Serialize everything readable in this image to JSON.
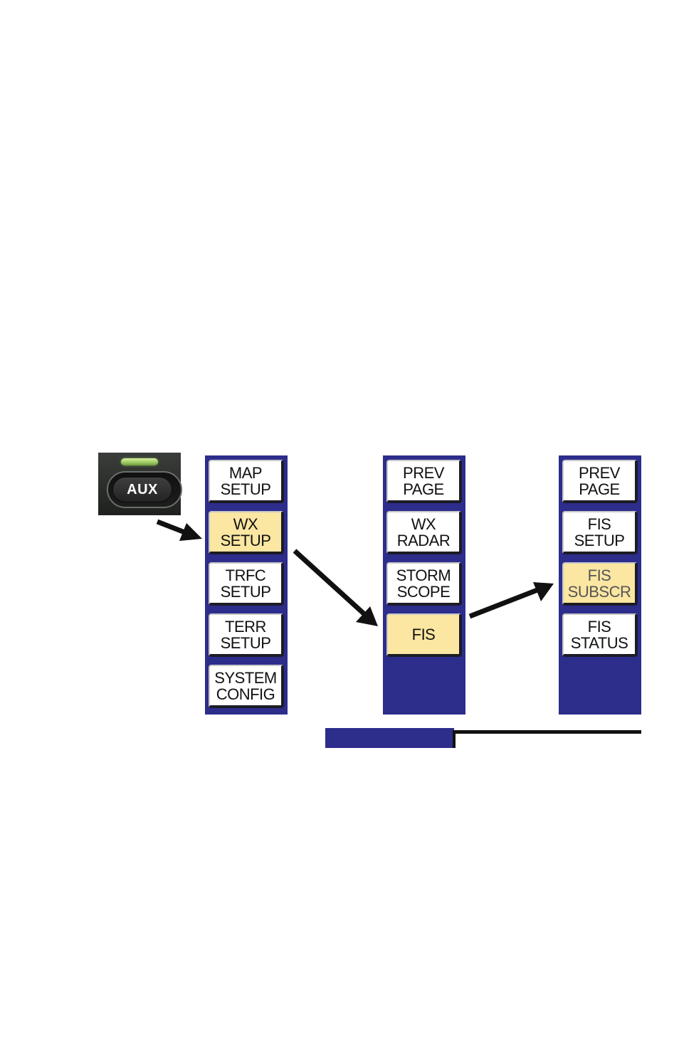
{
  "aux_key": {
    "label": "AUX"
  },
  "columns": [
    {
      "id": "aux-menu",
      "items": [
        {
          "line1": "MAP",
          "line2": "SETUP",
          "state": "normal"
        },
        {
          "line1": "WX",
          "line2": "SETUP",
          "state": "selected"
        },
        {
          "line1": "TRFC",
          "line2": "SETUP",
          "state": "normal"
        },
        {
          "line1": "TERR",
          "line2": "SETUP",
          "state": "normal"
        },
        {
          "line1": "SYSTEM",
          "line2": "CONFIG",
          "state": "normal"
        }
      ]
    },
    {
      "id": "wx-setup-menu",
      "items": [
        {
          "line1": "PREV",
          "line2": "PAGE",
          "state": "normal"
        },
        {
          "line1": "WX",
          "line2": "RADAR",
          "state": "normal"
        },
        {
          "line1": "STORM",
          "line2": "SCOPE",
          "state": "normal"
        },
        {
          "line1": "FIS",
          "line2": "",
          "state": "selected"
        }
      ]
    },
    {
      "id": "fis-menu",
      "items": [
        {
          "line1": "PREV",
          "line2": "PAGE",
          "state": "normal"
        },
        {
          "line1": "FIS",
          "line2": "SETUP",
          "state": "normal"
        },
        {
          "line1": "FIS",
          "line2": "SUBSCR",
          "state": "selected-dim"
        },
        {
          "line1": "FIS",
          "line2": "STATUS",
          "state": "normal"
        }
      ]
    }
  ],
  "colors": {
    "column_bg": "#2d2d8c",
    "key_bg": "#ffffff",
    "key_selected_bg": "#fbe6a2",
    "arrow": "#111111",
    "aux_led": "#9fce63"
  },
  "icons": [
    "arrow-aux-to-wx-setup-icon",
    "arrow-wx-setup-to-fis-icon",
    "arrow-fis-to-fis-subscr-icon"
  ]
}
